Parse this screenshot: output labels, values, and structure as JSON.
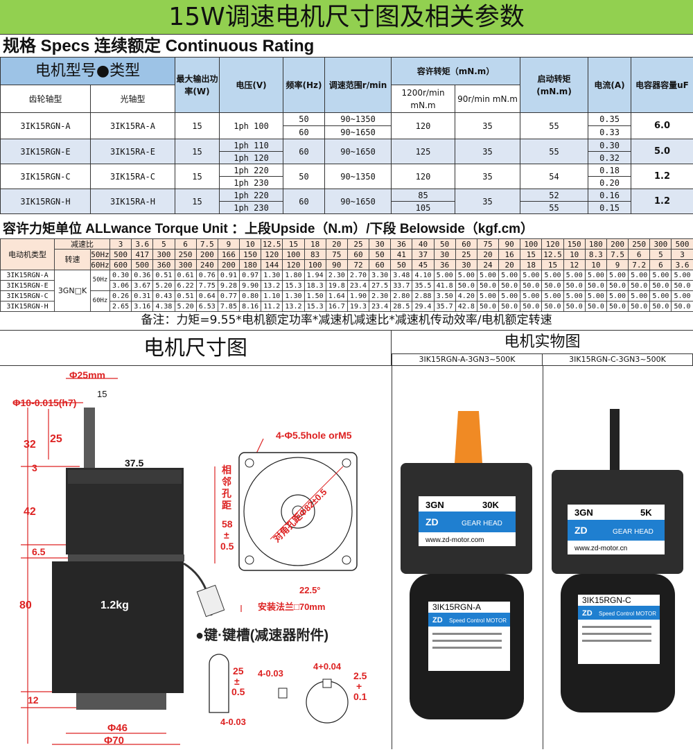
{
  "title": "15W调速电机尺寸图及相关参数",
  "subtitle": "规格 Specs 连续额定 Continuous Rating",
  "spec_table": {
    "head_type": "电机型号●类型",
    "head_power": "最大输出功率(W)",
    "head_voltage": "电压(V)",
    "head_freq": "频率(Hz)",
    "head_speed": "调速范围r/min",
    "head_torque": "容许转矩（mN.m）",
    "head_torque_1200": "1200r/min mN.m",
    "head_torque_90": "90r/min mN.m",
    "head_start": "启动转矩(mN.m)",
    "head_current": "电流(A)",
    "head_cap": "电容器容量uF",
    "head_gear": "齿轮轴型",
    "head_round": "光轴型",
    "rows": [
      {
        "gear": "3IK15RGN-A",
        "round": "3IK15RA-A",
        "power": "15",
        "v1": "1ph 100",
        "v2": "",
        "f1": "50",
        "f2": "60",
        "s1": "90~1350",
        "s2": "90~1650",
        "t1a": "120",
        "t1b": "",
        "t90": "35",
        "start": "55",
        "start2": "",
        "c1": "0.35",
        "c2": "0.33",
        "cap": "6.0"
      },
      {
        "gear": "3IK15RGN-E",
        "round": "3IK15RA-E",
        "power": "15",
        "v1": "1ph 110",
        "v2": "1ph 120",
        "f1": "60",
        "f2": "",
        "s1": "90~1650",
        "s2": "",
        "t1a": "125",
        "t1b": "",
        "t90": "35",
        "start": "55",
        "start2": "",
        "c1": "0.30",
        "c2": "0.32",
        "cap": "5.0"
      },
      {
        "gear": "3IK15RGN-C",
        "round": "3IK15RA-C",
        "power": "15",
        "v1": "1ph 220",
        "v2": "1ph 230",
        "f1": "50",
        "f2": "",
        "s1": "90~1350",
        "s2": "",
        "t1a": "120",
        "t1b": "",
        "t90": "35",
        "start": "54",
        "start2": "",
        "c1": "0.18",
        "c2": "0.20",
        "cap": "1.2"
      },
      {
        "gear": "3IK15RGN-H",
        "round": "3IK15RA-H",
        "power": "15",
        "v1": "1ph 220",
        "v2": "1ph 230",
        "f1": "60",
        "f2": "",
        "s1": "90~1650",
        "s2": "",
        "t1a": "85",
        "t1b": "105",
        "t90": "35",
        "start": "52",
        "start2": "55",
        "c1": "0.16",
        "c2": "0.15",
        "cap": "1.2"
      }
    ]
  },
  "allow_title": "容许力矩单位 ALLwance Torque Unit ：上段Upside（N.m）/下段 Belowside（kgf.cm）",
  "torque_table": {
    "motor_type": "电动机类型",
    "ratio_label": "减速比",
    "speed_label": "转速",
    "hz50": "50Hz",
    "hz60": "60Hz",
    "gearhead": "3GN□K",
    "ratios": [
      "3",
      "3.6",
      "5",
      "6",
      "7.5",
      "9",
      "10",
      "12.5",
      "15",
      "18",
      "20",
      "25",
      "30",
      "36",
      "40",
      "50",
      "60",
      "75",
      "90",
      "100",
      "120",
      "150",
      "180",
      "200",
      "250",
      "300",
      "500"
    ],
    "speed50": [
      "500",
      "417",
      "300",
      "250",
      "200",
      "166",
      "150",
      "120",
      "100",
      "83",
      "75",
      "60",
      "50",
      "41",
      "37",
      "30",
      "25",
      "20",
      "16",
      "15",
      "12.5",
      "10",
      "8.3",
      "7.5",
      "6",
      "5",
      "3"
    ],
    "speed60": [
      "600",
      "500",
      "360",
      "300",
      "240",
      "200",
      "180",
      "144",
      "120",
      "100",
      "90",
      "72",
      "60",
      "50",
      "45",
      "36",
      "30",
      "24",
      "20",
      "18",
      "15",
      "12",
      "10",
      "9",
      "7.2",
      "6",
      "3.6"
    ],
    "models": [
      "3IK15RGN-A",
      "3IK15RGN-E",
      "3IK15RGN-C",
      "3IK15RGN-H"
    ],
    "rowA": [
      "0.30",
      "0.36",
      "0.51",
      "0.61",
      "0.76",
      "0.91",
      "0.97",
      "1.30",
      "1.80",
      "1.94",
      "2.30",
      "2.70",
      "3.30",
      "3.48",
      "4.10",
      "5.00",
      "5.00",
      "5.00",
      "5.00",
      "5.00",
      "5.00",
      "5.00",
      "5.00",
      "5.00",
      "5.00",
      "5.00",
      "5.00"
    ],
    "rowE": [
      "3.06",
      "3.67",
      "5.20",
      "6.22",
      "7.75",
      "9.28",
      "9.90",
      "13.2",
      "15.3",
      "18.3",
      "19.8",
      "23.4",
      "27.5",
      "33.7",
      "35.5",
      "41.8",
      "50.0",
      "50.0",
      "50.0",
      "50.0",
      "50.0",
      "50.0",
      "50.0",
      "50.0",
      "50.0",
      "50.0",
      "50.0"
    ],
    "rowC": [
      "0.26",
      "0.31",
      "0.43",
      "0.51",
      "0.64",
      "0.77",
      "0.80",
      "1.10",
      "1.30",
      "1.50",
      "1.64",
      "1.90",
      "2.30",
      "2.80",
      "2.88",
      "3.50",
      "4.20",
      "5.00",
      "5.00",
      "5.00",
      "5.00",
      "5.00",
      "5.00",
      "5.00",
      "5.00",
      "5.00",
      "5.00"
    ],
    "rowH": [
      "2.65",
      "3.16",
      "4.38",
      "5.20",
      "6.53",
      "7.85",
      "8.16",
      "11.2",
      "13.2",
      "15.3",
      "16.7",
      "19.3",
      "23.4",
      "28.5",
      "29.4",
      "35.7",
      "42.8",
      "50.0",
      "50.0",
      "50.0",
      "50.0",
      "50.0",
      "50.0",
      "50.0",
      "50.0",
      "50.0",
      "50.0"
    ]
  },
  "note": "备注：力矩=9.55*电机额定功率*减速机减速比*减速机传动效率/电机额定转速",
  "drawing_title": "电机尺寸图",
  "photo_title": "电机实物图",
  "photo_a_caption": "3IK15RGN-A-3GN3~500K",
  "photo_b_caption": "3IK15RGN-C-3GN3~500K",
  "dims": {
    "d25": "Φ25mm",
    "d10": "Φ10-0.015(h7)",
    "l15": "15",
    "l32": "32",
    "l25": "25",
    "l3": "3",
    "l37": "37.5",
    "l42": "42",
    "l65": "6.5",
    "l80": "80",
    "weight": "1.2kg",
    "l12": "12",
    "d46": "Φ46",
    "d70": "Φ70",
    "holes": "4-Φ5.5hole orM5",
    "adj1": "相",
    "adj2": "邻",
    "adj3": "孔",
    "adj4": "距",
    "adj5": "58",
    "adj6": "±",
    "adj7": "0.5",
    "diag": "对角孔距Φ82±0.5",
    "angle": "22.5°",
    "flange": "安装法兰□70mm",
    "key_title": "●键·键槽(减速器附件)",
    "k25": "25",
    "kpm": "±",
    "k05": "0.5",
    "k403": "4-0.03",
    "k4plus": "4+0.04",
    "k25b": "2.5",
    "kpm2": "+",
    "k01": "0.1",
    "k403b": "4-0.03"
  },
  "photo_a": {
    "gear": "3GN",
    "ratio": "30K",
    "head": "GEAR HEAD",
    "url": "www.zd-motor.com",
    "model": "3IK15RGN-A",
    "brand": "ZD",
    "sub": "Speed Control MOTOR"
  },
  "photo_b": {
    "gear": "3GN",
    "ratio": "5K",
    "head": "GEAR HEAD",
    "url": "www.zd-motor.cn",
    "model": "3IK15RGN-C",
    "brand": "ZD",
    "sub": "Speed Control MOTOR"
  }
}
